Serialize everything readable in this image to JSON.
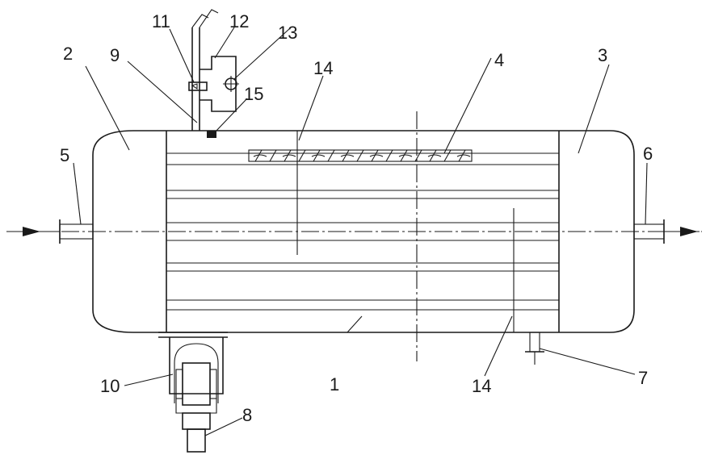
{
  "labels": {
    "shell": "1",
    "left_head": "2",
    "right_head": "3",
    "spiral_coil": "4",
    "inlet_nozzle": "5",
    "outlet_nozzle": "6",
    "drain_nozzle": "7",
    "bottom_pipe": "8",
    "vertical_pipe": "9",
    "bottom_housing": "10",
    "valve": "11",
    "bypass_line": "12",
    "bypass_valve": "13",
    "baffle_upper": "14",
    "baffle_lower": "14",
    "sensor_block": "15"
  },
  "colors": {
    "line": "#1a1a1a",
    "background": "#ffffff"
  }
}
